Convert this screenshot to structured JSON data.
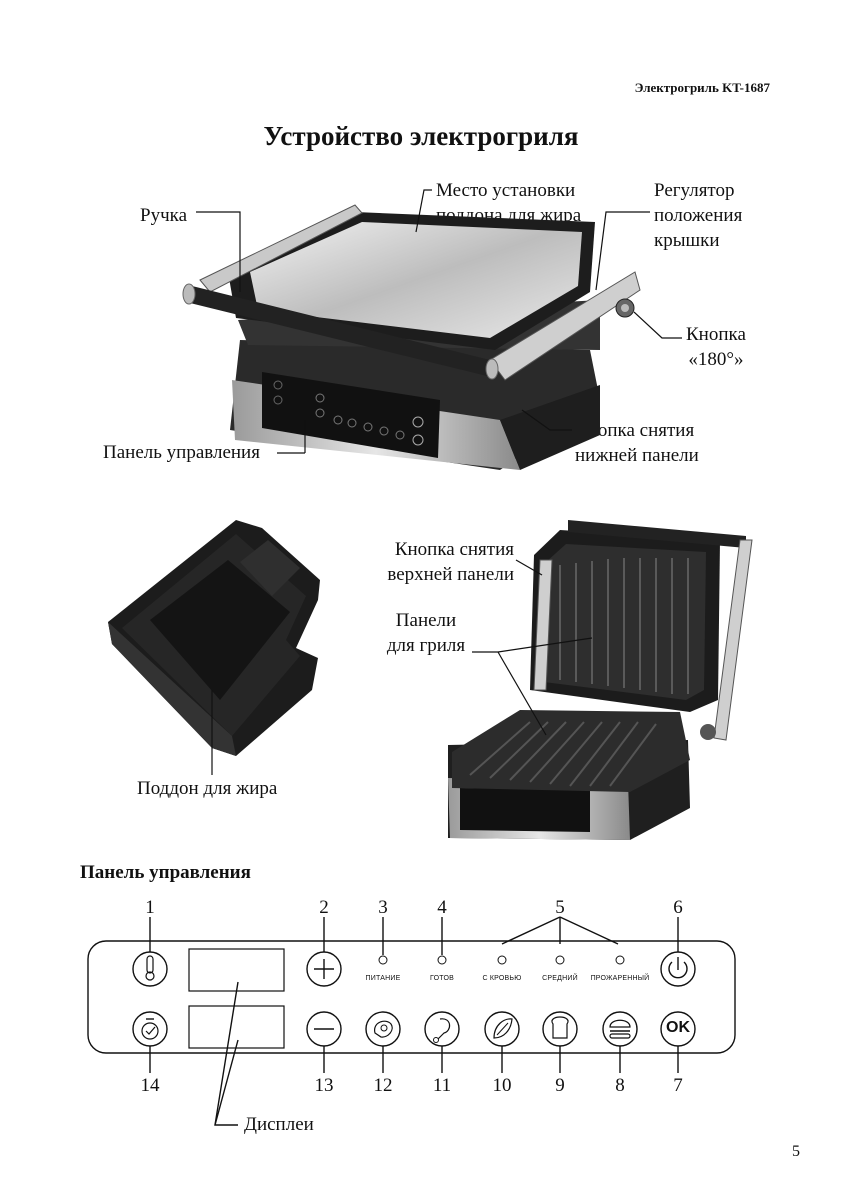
{
  "header": {
    "model": "Электрогриль KT-1687"
  },
  "title": "Устройство электрогриля",
  "callouts": {
    "handle": "Ручка",
    "tray_place": [
      "Место установки",
      "поддона для жира"
    ],
    "lid_regulator": [
      "Регулятор",
      "положения",
      "крышки"
    ],
    "button_180": [
      "Кнопка",
      "«180°»"
    ],
    "control_panel": "Панель управления",
    "bottom_release": [
      "Кнопка снятия",
      "нижней панели"
    ],
    "top_release": [
      "Кнопка снятия",
      "верхней панели"
    ],
    "grill_plates": [
      "Панели",
      "для гриля"
    ],
    "drip_tray": "Поддон для жира"
  },
  "section_title": "Панель управления",
  "panel": {
    "indicator_labels": [
      "ПИТАНИЕ",
      "ГОТОВ",
      "С КРОВЬЮ",
      "СРЕДНИЙ",
      "ПРОЖАРЕННЫЙ"
    ],
    "numbers_top": [
      "1",
      "2",
      "3",
      "4",
      "5",
      "6"
    ],
    "numbers_bottom": [
      "14",
      "13",
      "12",
      "11",
      "10",
      "9",
      "8",
      "7"
    ],
    "ok_label": "OK",
    "displays_label": "Дисплеи",
    "icons": [
      "thermometer-icon",
      "plus-icon",
      "power-icon",
      "timer-icon",
      "minus-icon",
      "steak-icon",
      "drumstick-icon",
      "fish-icon",
      "toast-icon",
      "burger-icon",
      "ok-button"
    ]
  },
  "page_number": "5"
}
